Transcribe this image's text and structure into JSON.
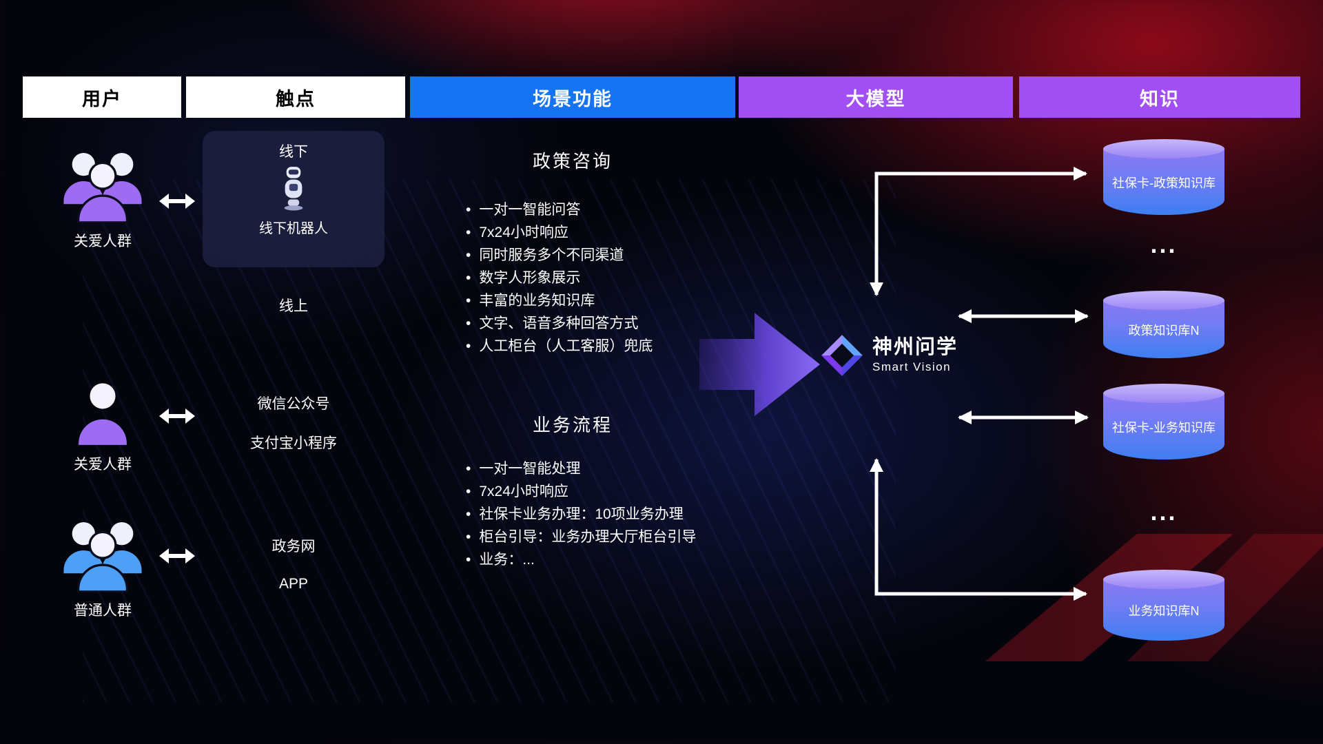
{
  "header": {
    "columns": [
      {
        "label": "用户"
      },
      {
        "label": "触点"
      },
      {
        "label": "场景功能"
      },
      {
        "label": "大模型"
      },
      {
        "label": "知识"
      }
    ]
  },
  "users": {
    "groups": [
      {
        "label": "关爱人群",
        "icon": "people-group-purple-icon"
      },
      {
        "label": "关爱人群",
        "icon": "person-purple-icon"
      },
      {
        "label": "普通人群",
        "icon": "people-group-blue-icon"
      }
    ]
  },
  "touchpoints": {
    "offline_title": "线下",
    "offline_robot_label": "线下机器人",
    "robot_icon": "robot-icon",
    "online_title": "线上",
    "channels": [
      "微信公众号",
      "支付宝小程序",
      "政务网",
      "APP"
    ]
  },
  "scenarios": {
    "sections": [
      {
        "title": "政策咨询",
        "items": [
          "一对一智能问答",
          "7x24小时响应",
          "同时服务多个不同渠道",
          "数字人形象展示",
          "丰富的业务知识库",
          "文字、语音多种回答方式",
          "人工柜台（人工客服）兜底"
        ]
      },
      {
        "title": "业务流程",
        "items": [
          "一对一智能处理",
          "7x24小时响应",
          "社保卡业务办理：10项业务办理",
          "柜台引导：业务办理大厅柜台引导",
          "业务：..."
        ]
      }
    ]
  },
  "model": {
    "brand": "神州问学",
    "brand_subtitle": "Smart Vision",
    "logo_icon": "diamond-logo-icon"
  },
  "knowledge": {
    "databases": [
      {
        "label": "社保卡-政策知识库"
      },
      {
        "label": "政策知识库N"
      },
      {
        "label": "社保卡-业务知识库"
      },
      {
        "label": "业务知识库N"
      }
    ],
    "ellipsis": "..."
  },
  "colors": {
    "header_blue": "#1673f2",
    "header_purple": "#a14ef2",
    "people_purple": "#9d6cf3",
    "people_blue": "#4da0f5",
    "db_top": "#c7b7fb",
    "db_body_top": "#8d79f3",
    "db_body_bottom": "#3d7ff2",
    "arrow_white": "#ffffff",
    "flow_arrow_purple": "#7c52f0",
    "background_red": "#a50f1e",
    "background_navy": "#04050c"
  }
}
